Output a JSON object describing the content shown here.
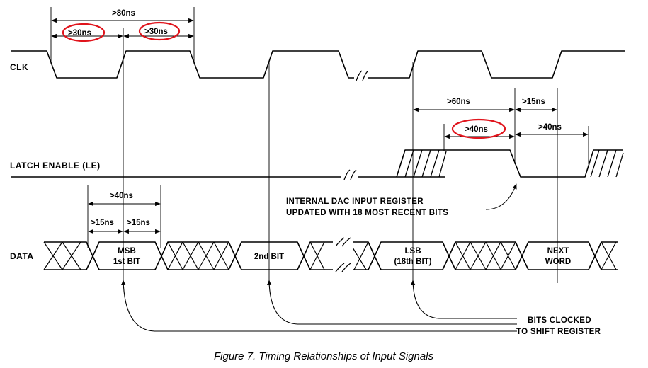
{
  "signals": {
    "clk": "CLK",
    "latch": "LATCH ENABLE (LE)",
    "data": "DATA"
  },
  "timing": {
    "t80": ">80ns",
    "t30a": ">30ns",
    "t30b": ">30ns",
    "t60": ">60ns",
    "t15a": ">15ns",
    "t40le": ">40ns",
    "t40b": ">40ns",
    "t40data": ">40ns",
    "t15b": ">15ns",
    "t15c": ">15ns"
  },
  "data_words": {
    "msb_1": "MSB",
    "msb_2": "1st BIT",
    "second": "2nd BIT",
    "lsb_1": "LSB",
    "lsb_2": "(18th BIT)",
    "next_1": "NEXT",
    "next_2": "WORD"
  },
  "notes": {
    "dac_1": "INTERNAL DAC INPUT REGISTER",
    "dac_2": "UPDATED WITH 18 MOST RECENT BITS",
    "clocked_1": "BITS CLOCKED",
    "clocked_2": "TO SHIFT REGISTER"
  },
  "caption": "Figure 7. Timing Relationships of Input Signals",
  "colors": {
    "highlight": "#e0141c",
    "ink": "#000000"
  }
}
